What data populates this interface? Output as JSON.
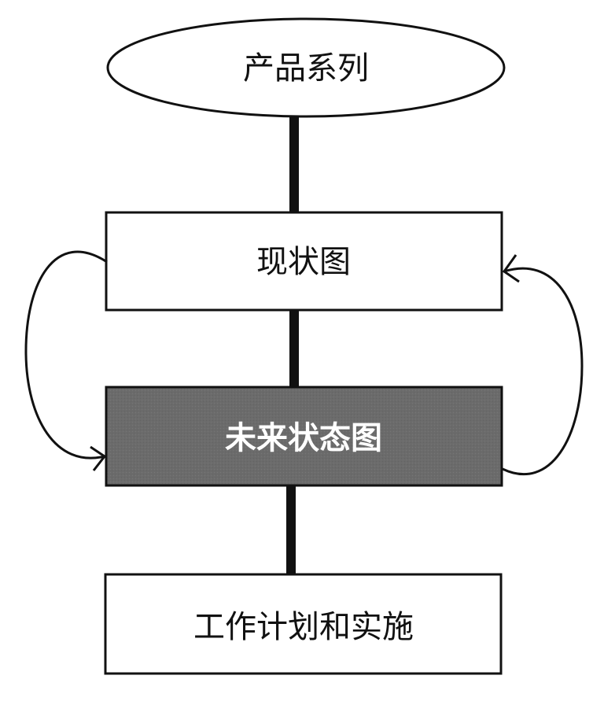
{
  "nodes": {
    "product_family": "产品系列",
    "current_state_map": "现状图",
    "future_state_map": "未来状态图",
    "work_plan": "工作计划和实施"
  },
  "colors": {
    "line": "#111111",
    "box_fill": "#ffffff",
    "highlight_fill": "#6b6b6b",
    "highlight_text": "#ffffff",
    "text": "#111111"
  }
}
